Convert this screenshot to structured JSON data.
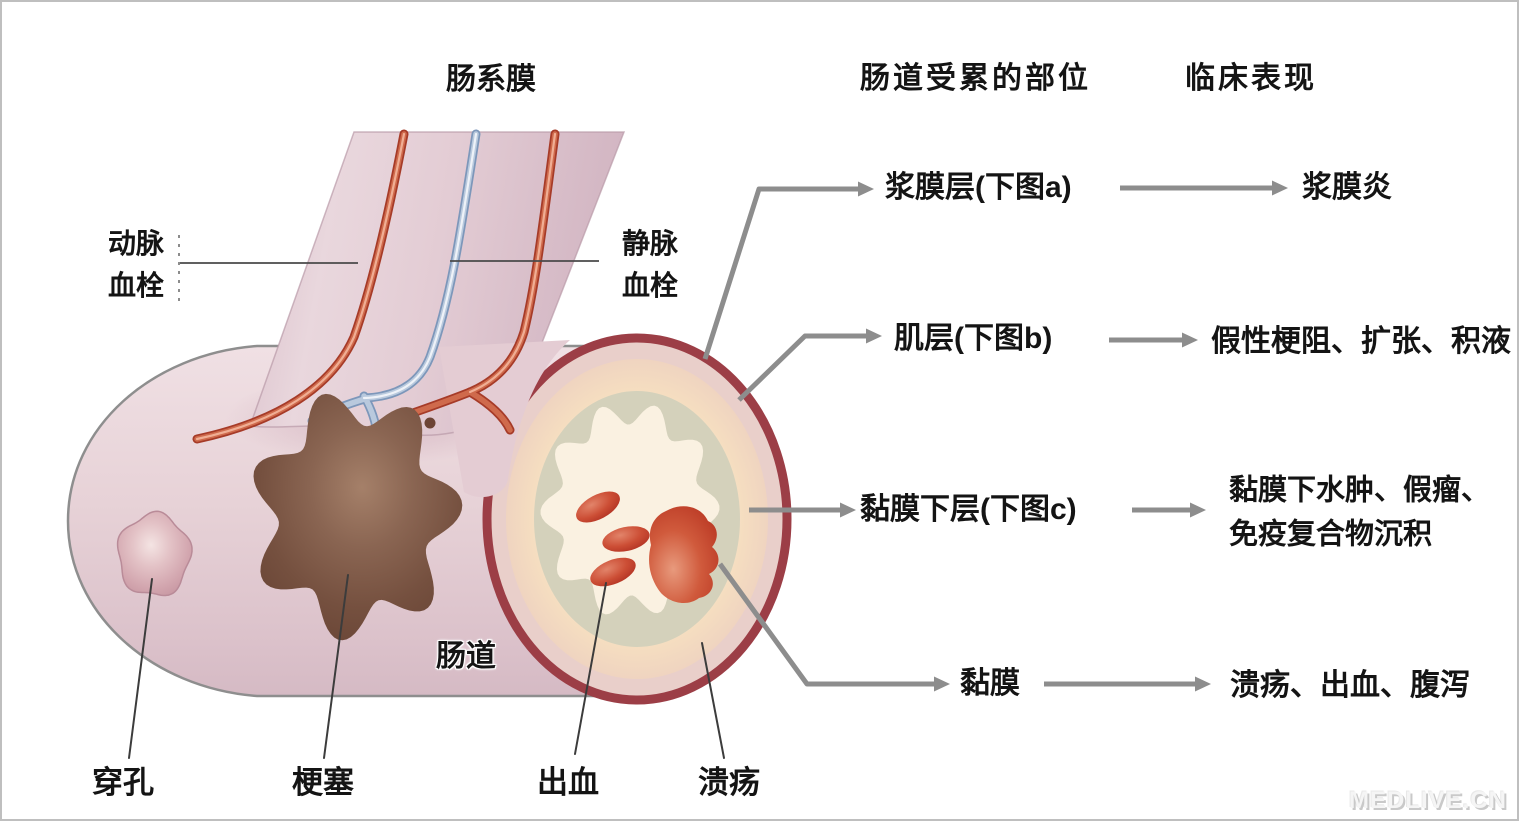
{
  "figure": {
    "mesentery_label": "肠系膜",
    "artery_label_line1": "动脉",
    "artery_label_line2": "血栓",
    "vein_label_line1": "静脉",
    "vein_label_line2": "血栓",
    "intestine_label": "肠道",
    "lesion_labels": {
      "perforation": "穿孔",
      "infarction": "梗塞",
      "hemorrhage": "出血",
      "ulcer": "溃疡"
    }
  },
  "table": {
    "header_site": "肠道受累的部位",
    "header_clinical": "临床表现",
    "rows": [
      {
        "site": "浆膜层(下图a)",
        "clinical": "浆膜炎"
      },
      {
        "site": "肌层(下图b)",
        "clinical": "假性梗阻、扩张、积液"
      },
      {
        "site": "黏膜下层(下图c)",
        "clinical": "黏膜下水肿、假瘤、",
        "clinical_line2": "免疫复合物沉积"
      },
      {
        "site": "黏膜",
        "clinical": "溃疡、出血、腹泻"
      }
    ]
  },
  "watermark": "MEDLIVE.CN",
  "colors": {
    "artery_red": "#a63b28",
    "vein_blue": "#7d97ba",
    "lesion_red": "#c03a26",
    "infarct_brown": "#7a5342",
    "serosa_ring": "#9c3e46",
    "muscle_peach": "#f6e2c8",
    "submucosa_gray": "#d4d1bb",
    "mucosa_cream": "#faf1e1",
    "body_pink": "#e6cfd5",
    "arrow_gray": "#8d8d8d"
  }
}
